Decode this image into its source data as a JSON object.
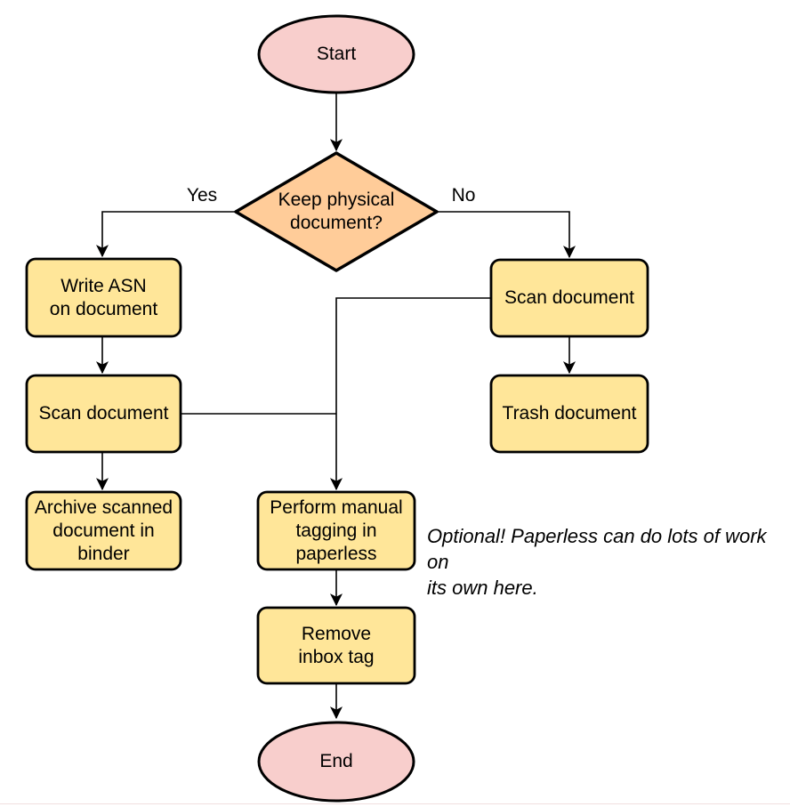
{
  "diagram": {
    "type": "flowchart",
    "colors": {
      "terminal_fill": "#f8cecc",
      "decision_fill": "#ffcc99",
      "process_fill": "#ffe699",
      "stroke": "#000000"
    },
    "nodes": {
      "start": {
        "type": "terminal",
        "label": "Start"
      },
      "decision": {
        "type": "decision",
        "label": [
          "Keep physical",
          "document?"
        ]
      },
      "write_asn": {
        "type": "process",
        "label": [
          "Write ASN",
          "on document"
        ]
      },
      "scan_left": {
        "type": "process",
        "label": "Scan document"
      },
      "archive": {
        "type": "process",
        "label": [
          "Archive scanned",
          "document in",
          "binder"
        ]
      },
      "scan_right": {
        "type": "process",
        "label": "Scan document"
      },
      "trash": {
        "type": "process",
        "label": "Trash document"
      },
      "perform": {
        "type": "process",
        "label": [
          "Perform manual",
          "tagging in",
          "paperless"
        ]
      },
      "remove": {
        "type": "process",
        "label": [
          "Remove",
          "inbox tag"
        ]
      },
      "end": {
        "type": "terminal",
        "label": "End"
      }
    },
    "edge_labels": {
      "yes": "Yes",
      "no": "No"
    },
    "annotation": {
      "lines": [
        "Optional! Paperless can do lots of work on",
        "its own here."
      ]
    }
  }
}
